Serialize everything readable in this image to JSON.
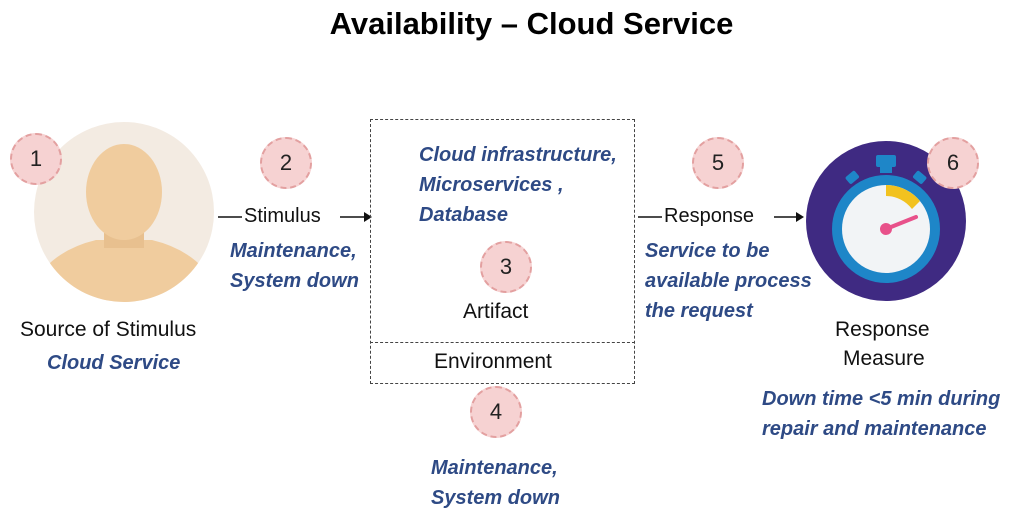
{
  "title": "Availability – Cloud Service",
  "source": {
    "badge": "1",
    "label": "Source of Stimulus",
    "detail": "Cloud Service",
    "icon": "person-avatar-icon"
  },
  "stimulus": {
    "badge": "2",
    "label": "Stimulus",
    "detail_lines": [
      "Maintenance,",
      "System down"
    ]
  },
  "artifact": {
    "badge": "3",
    "label": "Artifact",
    "detail_lines": [
      "Cloud infrastructure,",
      "Microservices ,",
      "Database"
    ]
  },
  "environment": {
    "badge": "4",
    "label": "Environment",
    "detail_lines": [
      "Maintenance,",
      "System down"
    ]
  },
  "response": {
    "badge": "5",
    "label": "Response",
    "detail_lines": [
      "Service to be",
      "available process",
      "the request"
    ]
  },
  "response_measure": {
    "badge": "6",
    "label_lines": [
      "Response",
      "Measure"
    ],
    "detail_lines": [
      "Down time <5 min during",
      "repair and maintenance"
    ],
    "icon": "stopwatch-icon"
  },
  "colors": {
    "accent_text": "#2e4a85",
    "badge_fill": "#f6d2d2",
    "badge_border": "#e3a0a0",
    "stopwatch_bg": "#3f2a82"
  }
}
